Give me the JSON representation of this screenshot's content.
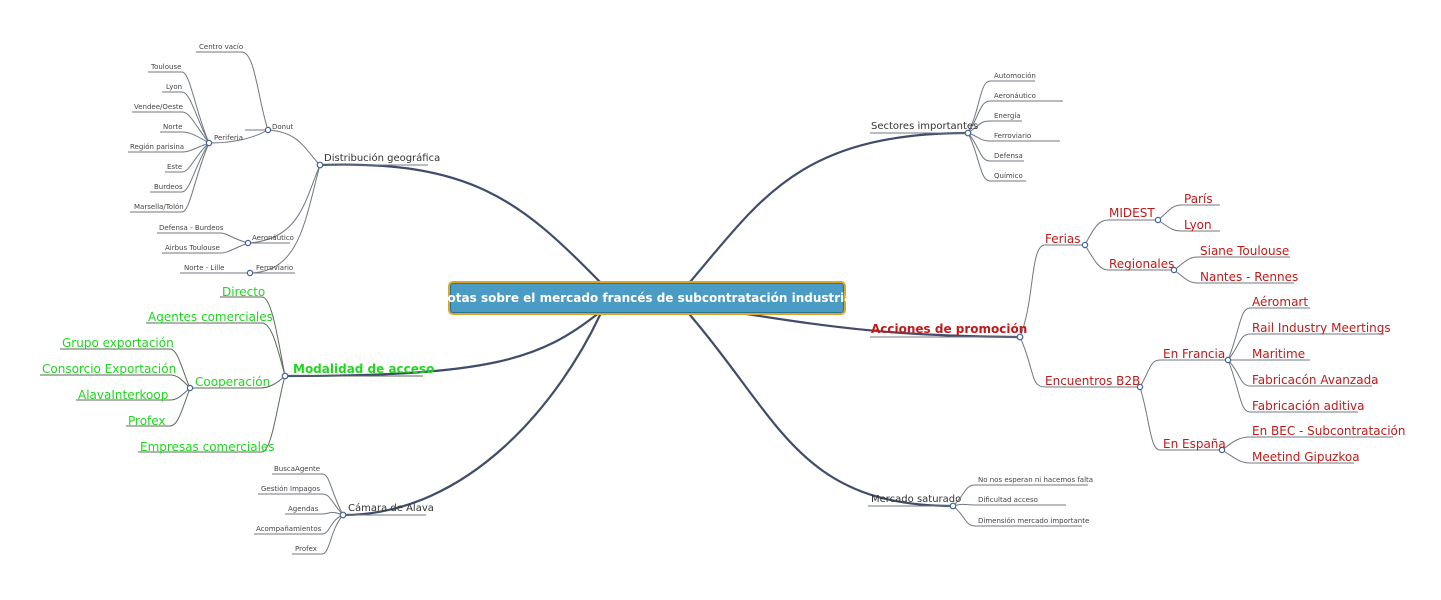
{
  "central_topic": "Notas sobre el mercado francés de subcontratación industrial",
  "branches": {
    "distribucion": {
      "label": "Distribución geográfica",
      "donut": {
        "label": "Donut",
        "centro_vacio": "Centro vacío"
      },
      "periferia": {
        "label": "Periferia",
        "items": [
          "Toulouse",
          "Lyon",
          "Vendee/Oeste",
          "Norte",
          "Región parisina",
          "Este",
          "Burdeos",
          "Marsella/Tolón"
        ]
      },
      "aeronautico": {
        "label": "Aeronáutico",
        "items": [
          "Defensa - Burdeos",
          "Airbus Toulouse"
        ]
      },
      "ferroviario": {
        "label": "Ferroviario",
        "items": [
          "Norte - Lille"
        ]
      }
    },
    "modalidad": {
      "label": "Modalidad de acceso",
      "directo": "Directo",
      "agentes": "Agentes comerciales",
      "cooperacion": {
        "label": "Cooperación",
        "items": [
          "Grupo exportación",
          "Consorcio Exportación",
          "AlavaInterkoop",
          "Profex"
        ]
      },
      "empresas": "Empresas comerciales"
    },
    "camara": {
      "label": "Cámara de Alava",
      "items": [
        "BuscaAgente",
        "Gestión Impagos",
        "Agendas",
        "Acompañamientos",
        "Profex"
      ]
    },
    "sectores": {
      "label": "Sectores importantes",
      "items": [
        "Automoción",
        "Aeronáutico",
        "Energía",
        "Ferroviario",
        "Defensa",
        "Químico"
      ]
    },
    "acciones": {
      "label": "Acciones de promoción",
      "ferias": {
        "label": "Ferias",
        "midest": {
          "label": "MIDEST",
          "items": [
            "París",
            "Lyon"
          ]
        },
        "regionales": {
          "label": "Regionales",
          "items": [
            "Siane Toulouse",
            "Nantes - Rennes"
          ]
        }
      },
      "encuentros": {
        "label": "Encuentros B2B",
        "francia": {
          "label": "En Francia",
          "items": [
            "Aéromart",
            "Rail Industry Meertings",
            "Maritime",
            "Fabricacón Avanzada",
            "Fabricación aditiva"
          ]
        },
        "espana": {
          "label": "En España",
          "items": [
            "En BEC - Subcontratación",
            "Meetind Gipuzkoa"
          ]
        }
      }
    },
    "mercado": {
      "label": "Mercado saturado",
      "items": [
        "No nos esperan ni hacemos falta",
        "Dificultad acceso",
        "Dimensión mercado importante"
      ]
    }
  },
  "colors": {
    "main_line": "#3f4d6b",
    "thin_line": "#707880",
    "green_line": "#5a6a5a",
    "root_fill": "#4b9cc4",
    "root_border": "#d9a72b",
    "green_text": "#1ed81e",
    "red_text": "#c01a1a"
  }
}
